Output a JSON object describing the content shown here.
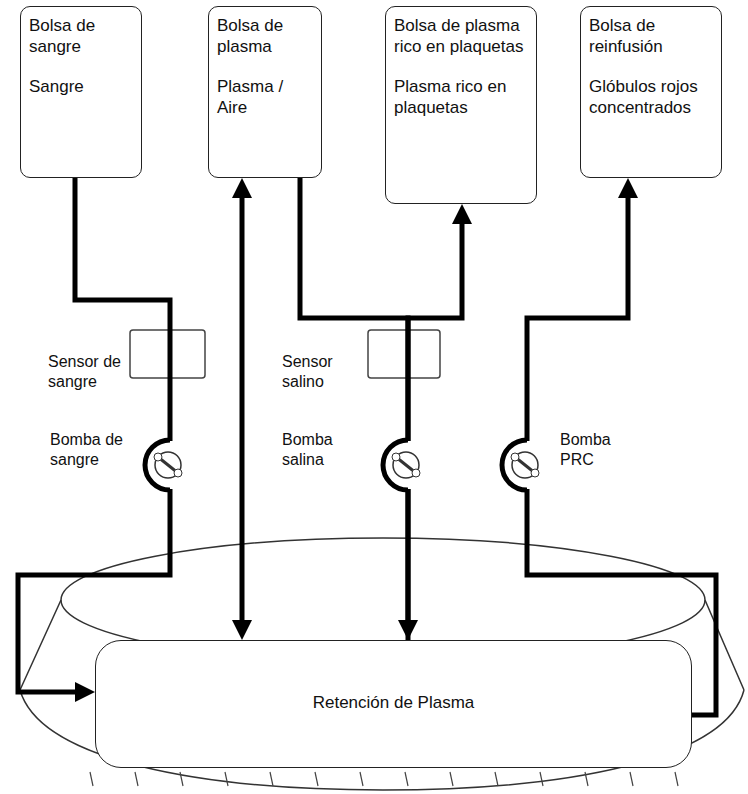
{
  "diagram": {
    "nodes": [
      {
        "text": [
          "Bolsa de sangre",
          "Sangre"
        ]
      },
      {
        "text": [
          "Bolsa de plasma",
          "Plasma / Aire"
        ]
      },
      {
        "text": [
          "Bolsa de plasma rico en plaquetas",
          "Plasma rico en plaquetas"
        ]
      },
      {
        "text": [
          "Bolsa de reinfusión",
          "Glóbulos rojos concentrados"
        ]
      },
      {
        "text": [
          "Retención de Plasma"
        ]
      }
    ],
    "edges": [
      {
        "from": 0,
        "to": 4,
        "arrow": "to"
      },
      {
        "from": 1,
        "to": 4,
        "arrow": "both"
      },
      {
        "from": 1,
        "to": 4,
        "arrow": "to"
      },
      {
        "from": 4,
        "to": 2,
        "arrow": "to"
      },
      {
        "from": 4,
        "to": 3,
        "arrow": "to"
      }
    ],
    "labels": [
      "Sensor de sangre",
      "Bomba de sangre",
      "Sensor salino",
      "Bomba salina",
      "Bomba PRC"
    ]
  }
}
